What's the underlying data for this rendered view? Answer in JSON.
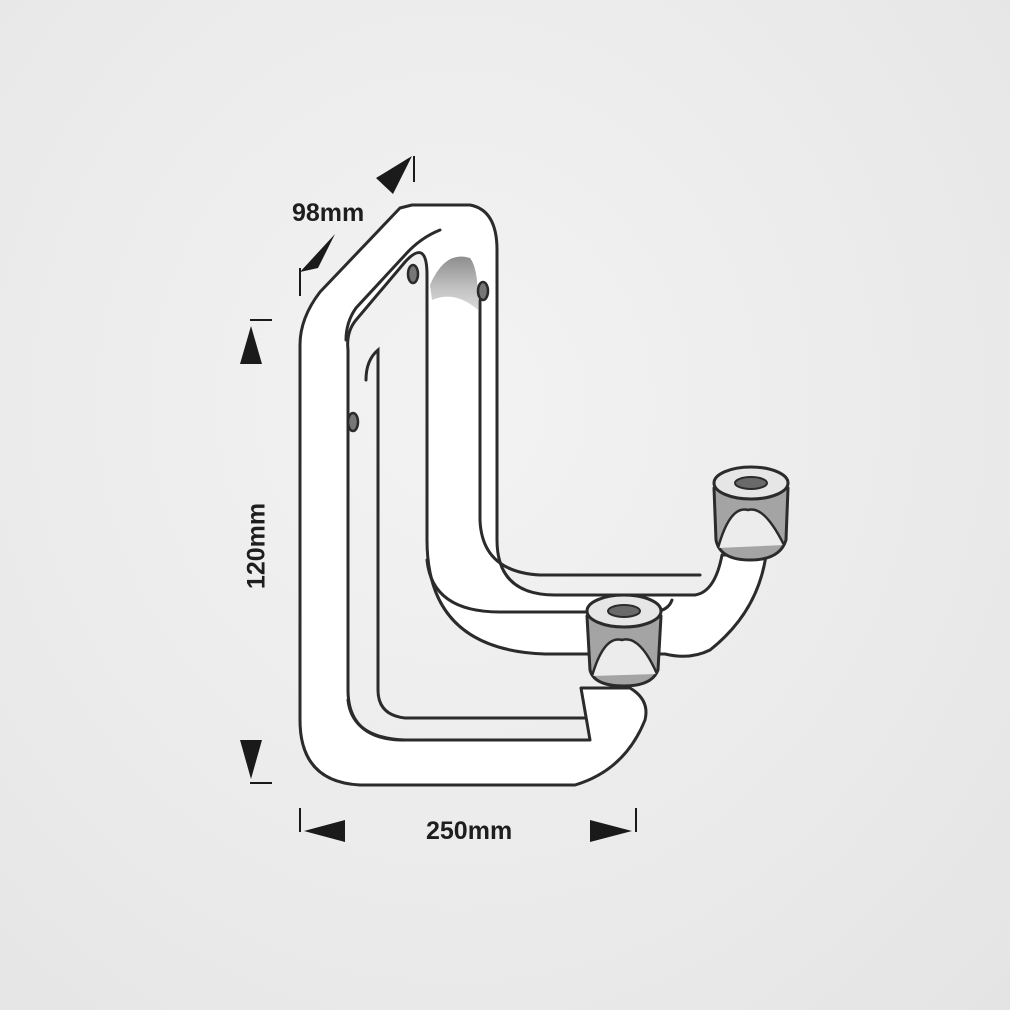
{
  "diagram": {
    "subject": "double storage hook",
    "dimensions": {
      "depth": "98mm",
      "height": "120mm",
      "width": "250mm"
    },
    "colors": {
      "background": "#ececec",
      "outline": "#2b2b2b",
      "tube_fill": "#ffffff",
      "inner_shadow": "#a7a7a7",
      "end_cap": "#a4a4a4",
      "arrow": "#1a1a1a"
    }
  }
}
